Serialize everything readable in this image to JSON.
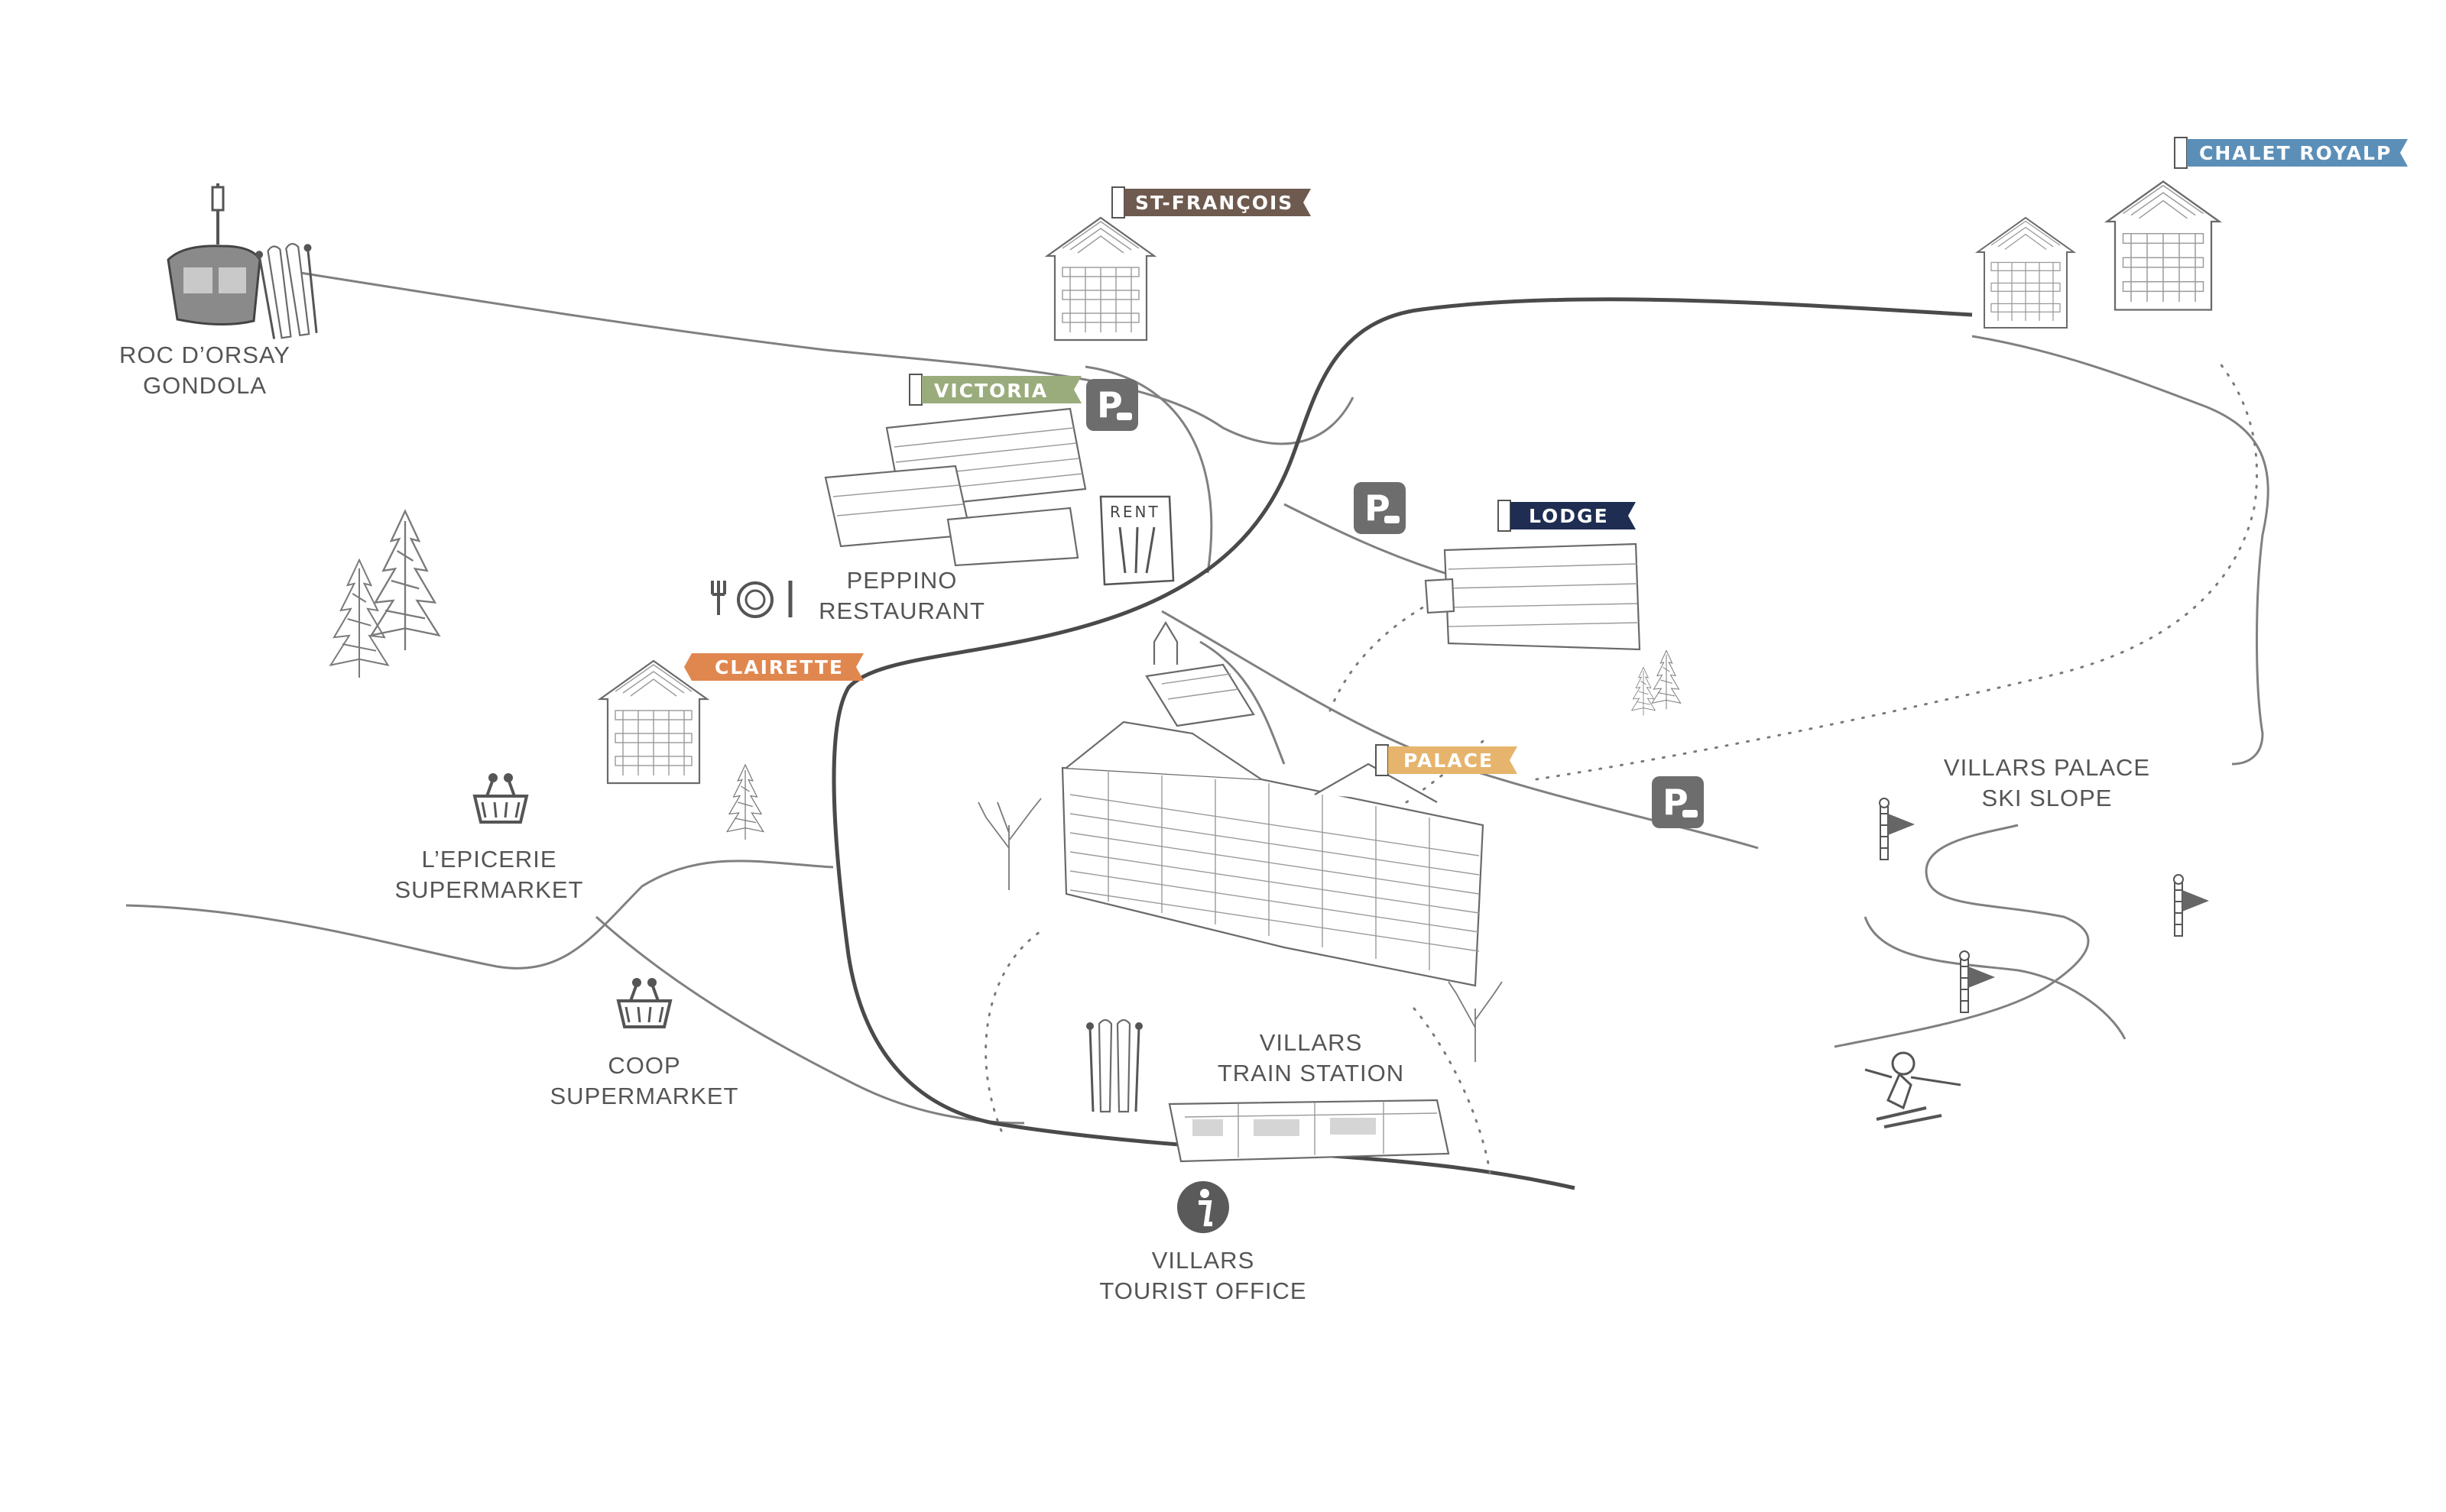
{
  "flags": {
    "st_francois": {
      "label": "ST-FRANÇOIS",
      "color": "#6e5a4e"
    },
    "victoria": {
      "label": "VICTORIA",
      "color": "#9aac7c"
    },
    "lodge": {
      "label": "LODGE",
      "color": "#1f2d52"
    },
    "clairette": {
      "label": "CLAIRETTE",
      "color": "#e0874f"
    },
    "palace": {
      "label": "PALACE",
      "color": "#e6b46c"
    },
    "chalet_royalp": {
      "label": "CHALET ROYALP",
      "color": "#5b8fb8"
    }
  },
  "places": {
    "roc_dorsay": {
      "line1": "ROC D’ORSAY",
      "line2": "GONDOLA"
    },
    "peppino": {
      "line1": "PEPPINO",
      "line2": "RESTAURANT"
    },
    "epicerie": {
      "line1": "L’EPICERIE",
      "line2": "SUPERMARKET"
    },
    "coop": {
      "line1": "COOP",
      "line2": "SUPERMARKET"
    },
    "train_station": {
      "line1": "VILLARS",
      "line2": "TRAIN STATION"
    },
    "tourist_office": {
      "line1": "VILLARS",
      "line2": "TOURIST OFFICE"
    },
    "ski_slope": {
      "line1": "VILLARS PALACE",
      "line2": "SKI SLOPE"
    }
  },
  "rental_sign": "RENT",
  "colors": {
    "ink": "#555555",
    "road": "#4a4a4a"
  },
  "icons": [
    "gondola-icon",
    "skis-icon",
    "parking-icon",
    "ski-rental-icon",
    "restaurant-icon",
    "basket-icon",
    "info-icon",
    "train-icon",
    "ski-flag-icon",
    "skier-icon",
    "tree-icon"
  ]
}
